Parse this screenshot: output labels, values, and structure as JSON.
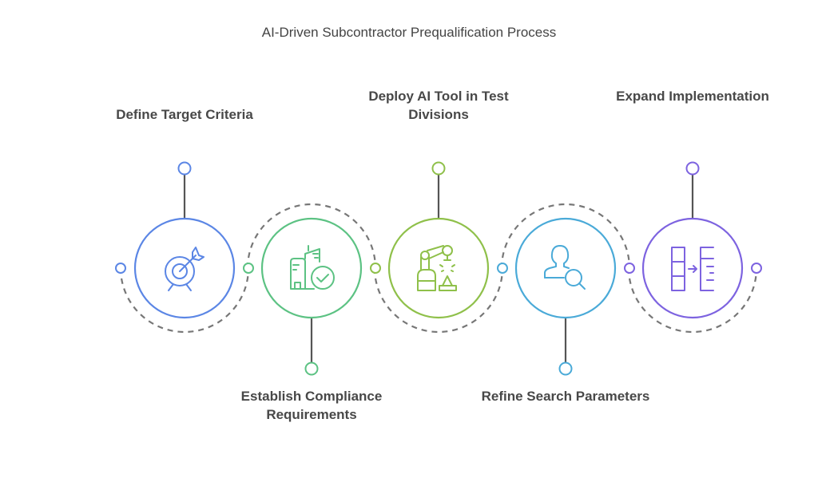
{
  "title": "AI-Driven Subcontractor Prequalification Process",
  "connector_color": "#555555",
  "dash_color": "#777777",
  "steps": [
    {
      "label": "Define Target Criteria",
      "icon": "target-arrow-icon",
      "color": "#5b86e5",
      "stem": "top"
    },
    {
      "label": "Establish Compliance Requirements",
      "icon": "building-check-icon",
      "color": "#5cc283",
      "stem": "bottom"
    },
    {
      "label": "Deploy AI Tool in Test Divisions",
      "icon": "robotic-arm-icon",
      "color": "#8fc04a",
      "stem": "top"
    },
    {
      "label": "Refine Search Parameters",
      "icon": "user-search-icon",
      "color": "#4aaad8",
      "stem": "bottom"
    },
    {
      "label": "Expand Implementation",
      "icon": "expand-list-icon",
      "color": "#7d63e0",
      "stem": "top"
    }
  ]
}
